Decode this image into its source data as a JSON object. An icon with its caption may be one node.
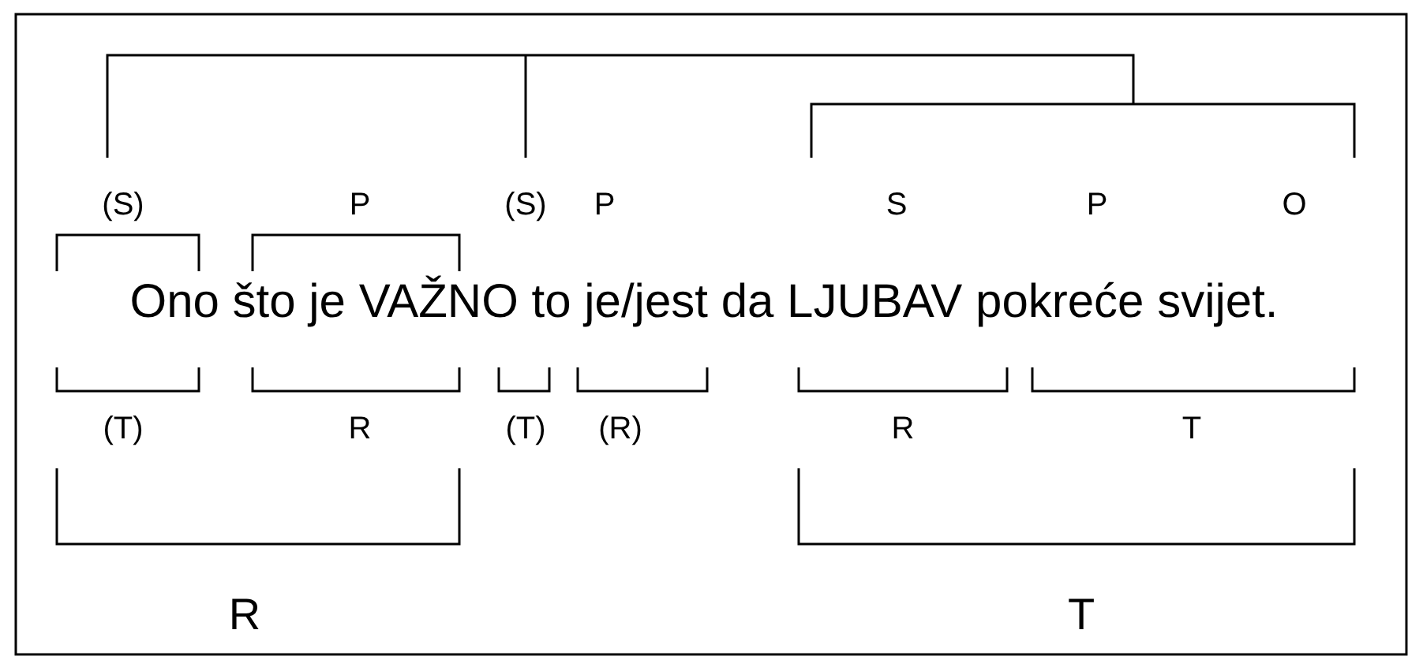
{
  "diagram": {
    "labels": [
      "(S)",
      "P",
      "(S)",
      "P",
      "S",
      "P",
      "O",
      "Ono što je VAŽNO to je/jest da LJUBAV pokreće svijet.",
      "(T)",
      "R",
      "(T)",
      "(R)",
      "R",
      "T",
      "R",
      "T"
    ]
  }
}
